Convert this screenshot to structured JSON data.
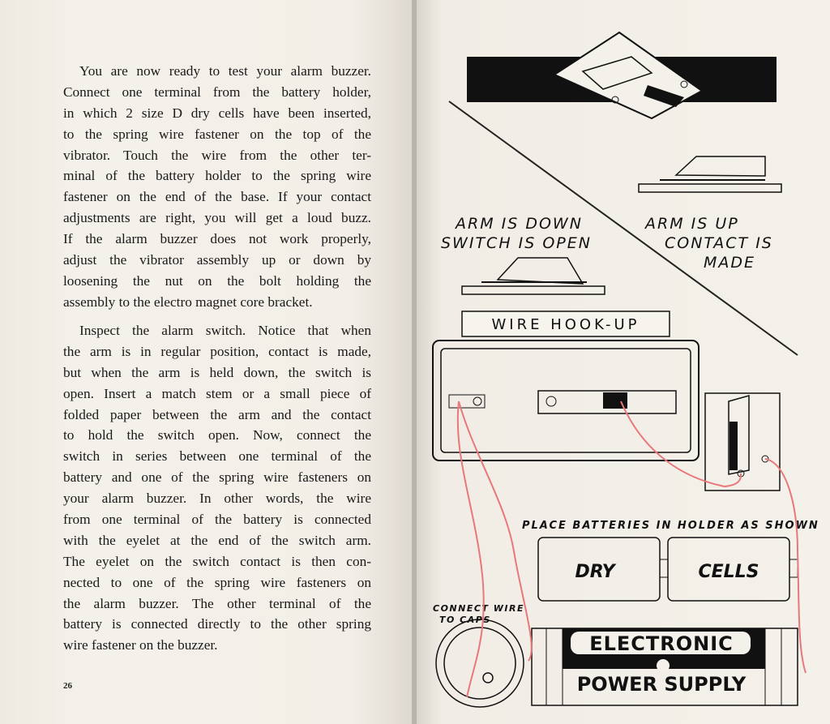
{
  "left_page": {
    "paragraphs": [
      {
        "lines": [
          "You are now ready to test your alarm buzzer.",
          "Connect one terminal from the battery holder,",
          "in which 2 size D dry cells have been inserted,",
          "to the spring wire fastener on the top of the",
          "vibrator. Touch the wire from the other ter-",
          "minal of the battery holder to the spring wire",
          "fastener on the end of the base. If your contact",
          "adjustments are right, you will get a loud buzz.",
          "If the alarm buzzer does not work properly,",
          "adjust the vibrator assembly up or down by",
          "loosening the nut on the bolt holding the",
          "assembly to the electro magnet core bracket."
        ]
      },
      {
        "lines": [
          "Inspect the alarm switch. Notice that when",
          "the arm is in regular position, contact is made,",
          "but when the arm is held down, the switch is",
          "open. Insert a match stem or a small piece of",
          "folded paper between the arm and the contact",
          "to hold the switch open. Now, connect the",
          "switch in series between one terminal of the",
          "battery and one of the spring wire fasteners on",
          "your alarm buzzer. In other words, the wire",
          "from one terminal of the battery is connected",
          "with the eyelet at the end of the switch arm.",
          "The eyelet on the switch contact is then con-",
          "nected to one of the spring wire fasteners on",
          "the alarm buzzer. The other terminal of the",
          "battery is connected directly to the other spring",
          "wire fastener on the buzzer."
        ]
      }
    ],
    "page_number": "26"
  },
  "right_page": {
    "arm_down_label": [
      "ARM IS DOWN",
      "SWITCH IS OPEN"
    ],
    "arm_up_label": [
      "ARM IS UP",
      "CONTACT IS",
      "MADE"
    ],
    "wire_hookup_title": "WIRE HOOK-UP",
    "batteries_label": "PLACE BATTERIES IN HOLDER AS SHOWN",
    "cell_left": "DRY",
    "cell_right": "CELLS",
    "connect_label": [
      "CONNECT WIRE",
      "TO CAPS"
    ],
    "power_supply": [
      "ELECTRONIC",
      "POWER SUPPLY"
    ],
    "wire_color": "#e8787a"
  }
}
